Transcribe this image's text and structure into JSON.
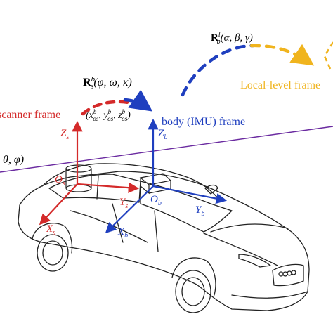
{
  "colors": {
    "red": "#d42a2a",
    "blue": "#1f3fbf",
    "orange": "#f0b41e",
    "purple": "#6a2aa0",
    "outline": "#222222"
  },
  "labels": {
    "scanner_frame": "scanner frame",
    "body_frame": "body (IMU) frame",
    "local_level_frame": "Local-level frame",
    "angle_partial": ", θ, φ)",
    "rot_scanner_body": {
      "symbol": "R",
      "sub": "s",
      "sup": "b",
      "args": "(φ, ω, κ)"
    },
    "rot_body_local": {
      "symbol": "R",
      "sub": "b",
      "sup": "l",
      "args": "(α, β, γ)"
    },
    "lever_arm": {
      "open": "(",
      "x": "x",
      "y": "y",
      "z": "z",
      "sup": "b",
      "sub": "os",
      "sep": ", ",
      "close": ")"
    },
    "scanner_axes": {
      "z": "Z",
      "x": "X",
      "y": "Y",
      "origin": "O",
      "sub": "s"
    },
    "body_axes": {
      "z": "Z",
      "x": "X",
      "y": "Y",
      "origin": "O",
      "sub": "b"
    }
  }
}
